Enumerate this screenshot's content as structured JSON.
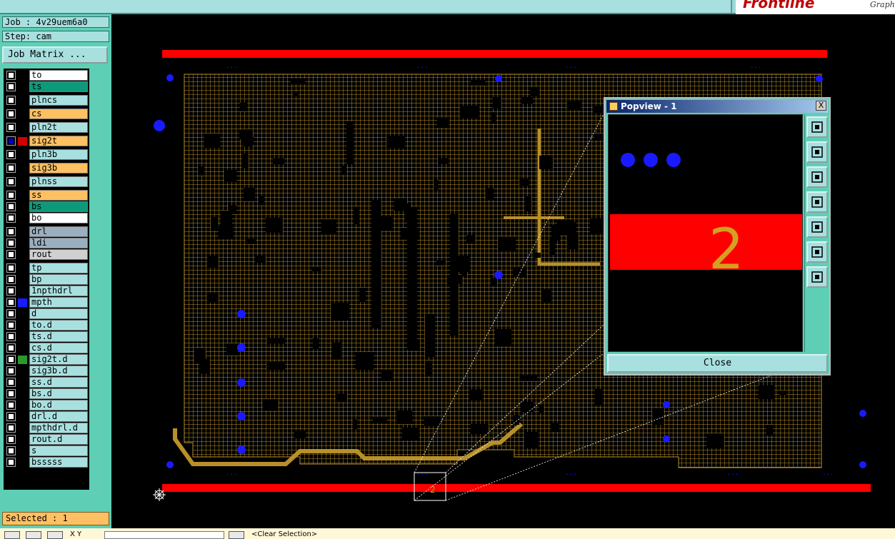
{
  "header": {
    "logo_text": "Frontline",
    "logo_sub": "Graph"
  },
  "job": {
    "job_label": "Job : 4v29uem6a0",
    "step_label": "Step: cam",
    "matrix_button": "Job Matrix ..."
  },
  "layers": [
    {
      "name": "to",
      "color": "#ffffff"
    },
    {
      "name": "ts",
      "color": "#0d9a7a"
    },
    {
      "name": "plncs",
      "color": "#a8e0e0"
    },
    {
      "name": "cs",
      "color": "#fdc062"
    },
    {
      "name": "pln2t",
      "color": "#a8e0e0"
    },
    {
      "name": "sig2t",
      "color": "#fdc062"
    },
    {
      "name": "pln3b",
      "color": "#a8e0e0"
    },
    {
      "name": "sig3b",
      "color": "#fdc062"
    },
    {
      "name": "plnss",
      "color": "#a8e0e0"
    },
    {
      "name": "ss",
      "color": "#fdc062"
    },
    {
      "name": "bs",
      "color": "#0d9a7a"
    },
    {
      "name": "bo",
      "color": "#ffffff"
    },
    {
      "name": "drl",
      "color": "#9ab0c0"
    },
    {
      "name": "ldi",
      "color": "#9ab0c0"
    },
    {
      "name": "rout",
      "color": "#d0d0d0"
    },
    {
      "name": "tp",
      "color": "#a8e0e0"
    },
    {
      "name": "bp",
      "color": "#a8e0e0"
    },
    {
      "name": "1npthdrl",
      "color": "#a8e0e0"
    },
    {
      "name": "mpth",
      "color": "#a8e0e0"
    },
    {
      "name": "d",
      "color": "#a8e0e0"
    },
    {
      "name": "to.d",
      "color": "#a8e0e0"
    },
    {
      "name": "ts.d",
      "color": "#a8e0e0"
    },
    {
      "name": "cs.d",
      "color": "#a8e0e0"
    },
    {
      "name": "sig2t.d",
      "color": "#a8e0e0"
    },
    {
      "name": "sig3b.d",
      "color": "#a8e0e0"
    },
    {
      "name": "ss.d",
      "color": "#a8e0e0"
    },
    {
      "name": "bs.d",
      "color": "#a8e0e0"
    },
    {
      "name": "bo.d",
      "color": "#a8e0e0"
    },
    {
      "name": "drl.d",
      "color": "#a8e0e0"
    },
    {
      "name": "mpthdrl.d",
      "color": "#a8e0e0"
    },
    {
      "name": "rout.d",
      "color": "#a8e0e0"
    },
    {
      "name": "s",
      "color": "#a8e0e0"
    },
    {
      "name": "bsssss",
      "color": "#a8e0e0"
    }
  ],
  "status": {
    "selected": "Selected : 1"
  },
  "bottom": {
    "coord_label": "X Y",
    "prompt": "<Clear Selection>"
  },
  "popview": {
    "title": "Popview - 1",
    "close_x": "X",
    "close_button": "Close",
    "zoom_text": "2",
    "tools": [
      "zoom-window-icon",
      "pan-up-icon",
      "pan-down-icon",
      "pan-left-icon",
      "pan-right-icon",
      "zoom-fit-icon",
      "zoom-center-icon"
    ]
  },
  "board": {
    "frame_label": "2",
    "colors": {
      "copper": "#b8902a",
      "drill": "#1a1aff",
      "border": "#ff0000"
    }
  }
}
